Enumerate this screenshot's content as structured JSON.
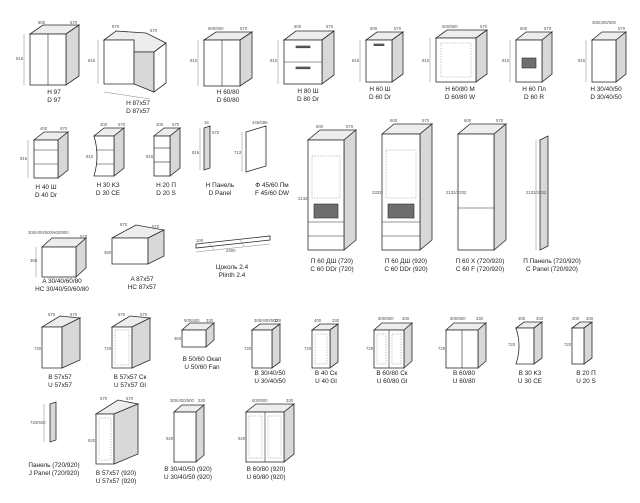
{
  "items": [
    {
      "id": "h97",
      "lines": [
        "H 97",
        "D 97"
      ],
      "dims": {
        "w": "800",
        "d": "570",
        "h": "816"
      }
    },
    {
      "id": "h87x57",
      "lines": [
        "H 87x57",
        "D 87x57"
      ],
      "dims": {
        "w": "870",
        "d": "570",
        "h": "816"
      }
    },
    {
      "id": "h6080",
      "lines": [
        "H 60/80",
        "D 60/80"
      ],
      "dims": {
        "w": "600/800",
        "d": "570",
        "h": "816"
      }
    },
    {
      "id": "h80sh",
      "lines": [
        "H 80 Ш",
        "D 80 Dr"
      ],
      "dims": {
        "w": "800",
        "d": "570",
        "h": "816"
      }
    },
    {
      "id": "h60sh",
      "lines": [
        "H 60 Ш",
        "D 60 Dr"
      ],
      "dims": {
        "w": "600",
        "d": "570",
        "h": "816"
      }
    },
    {
      "id": "h6080m",
      "lines": [
        "H 60/80 M",
        "D 60/80 W"
      ],
      "dims": {
        "w": "600/800",
        "d": "570",
        "h": "816"
      }
    },
    {
      "id": "h60pl",
      "lines": [
        "H 60 Пл",
        "D 60 R"
      ],
      "dims": {
        "w": "600",
        "d": "570",
        "h": "816"
      }
    },
    {
      "id": "h304050",
      "lines": [
        "H 30/40/50",
        "D 30/40/50"
      ],
      "dims": {
        "w": "300/400/500",
        "d": "570",
        "h": "816"
      }
    },
    {
      "id": "h40sh",
      "lines": [
        "H 40 Ш",
        "D 40 Dr"
      ],
      "dims": {
        "w": "400",
        "d": "570",
        "h": "816"
      }
    },
    {
      "id": "h30k3",
      "lines": [
        "H 30 K3",
        "D 30 CE"
      ],
      "dims": {
        "w": "300",
        "d": "570",
        "h": "816"
      }
    },
    {
      "id": "h20p",
      "lines": [
        "H 20 П",
        "D 20 S"
      ],
      "dims": {
        "w": "200",
        "d": "570",
        "h": "816"
      }
    },
    {
      "id": "hpanel",
      "lines": [
        "H Панель",
        "D Panel"
      ],
      "dims": {
        "w": "16",
        "d": "570",
        "h": "816"
      }
    },
    {
      "id": "f4560",
      "lines": [
        "Ф 45/60 Пм",
        "F 45/60 DW"
      ],
      "dims": {
        "w": "446/596",
        "h": "713"
      }
    },
    {
      "id": "p60dsh720",
      "lines": [
        "П 60 ДШ (720)",
        "C 60 DDr (720)"
      ],
      "dims": {
        "w": "600",
        "d": "570",
        "h": "2132"
      }
    },
    {
      "id": "p60dsh920",
      "lines": [
        "П 60 ДШ (920)",
        "C 60 DDr (920)"
      ],
      "dims": {
        "w": "600",
        "d": "570",
        "h": "2332"
      }
    },
    {
      "id": "p60x",
      "lines": [
        "П 60 Х (720/920)",
        "C 60 F (720/920)"
      ],
      "dims": {
        "w": "600",
        "d": "570",
        "h": "2132/2332"
      }
    },
    {
      "id": "ppanel",
      "lines": [
        "П Панель (720/920)",
        "C Panel (720/920)"
      ],
      "dims": {
        "h": "2132/2332"
      }
    },
    {
      "id": "a30406080",
      "lines": [
        "A 30/40/60/80",
        "HC 30/40/50/60/80"
      ],
      "dims": {
        "w": "300/400/500/600/800",
        "d": "570",
        "h": "360"
      }
    },
    {
      "id": "a87x57",
      "lines": [
        "A 87x57",
        "HC 87x57"
      ],
      "dims": {
        "w": "870",
        "d": "570",
        "h": "360"
      }
    },
    {
      "id": "plinth",
      "lines": [
        "Цоколь 2.4",
        "Plinth 2.4"
      ],
      "dims": {
        "w": "2400",
        "h": "100"
      }
    },
    {
      "id": "b57x57",
      "lines": [
        "B 57x57",
        "U 57x57"
      ],
      "dims": {
        "w": "570",
        "d": "570",
        "h": "720"
      }
    },
    {
      "id": "b57x57sk",
      "lines": [
        "B 57x57 Ск",
        "U 57x57 Gl"
      ],
      "dims": {
        "w": "570",
        "d": "570",
        "h": "720"
      }
    },
    {
      "id": "b5060okap",
      "lines": [
        "B 50/60 Окап",
        "U 50/60 Fan"
      ],
      "dims": {
        "w": "500/600",
        "d": "330",
        "h": "360"
      }
    },
    {
      "id": "b304050",
      "lines": [
        "B 30/40/50",
        "U 30/40/50"
      ],
      "dims": {
        "w": "300/400/500",
        "d": "330",
        "h": "720"
      }
    },
    {
      "id": "b40sk",
      "lines": [
        "B 40 Ск",
        "U 40 Gl"
      ],
      "dims": {
        "w": "400",
        "d": "330",
        "h": "720"
      }
    },
    {
      "id": "b6080sk",
      "lines": [
        "B 60/80 Ск",
        "U 60/80 Gl"
      ],
      "dims": {
        "w": "600/800",
        "d": "330",
        "h": "720"
      }
    },
    {
      "id": "b6080",
      "lines": [
        "B 60/80",
        "U 60/80"
      ],
      "dims": {
        "w": "600/800",
        "d": "330",
        "h": "720"
      }
    },
    {
      "id": "b30k3",
      "lines": [
        "B 30 K3",
        "U 30 CE"
      ],
      "dims": {
        "w": "300",
        "d": "330",
        "h": "720"
      }
    },
    {
      "id": "b20p",
      "lines": [
        "B 20 П",
        "U 20 S"
      ],
      "dims": {
        "w": "200",
        "d": "330",
        "h": "720"
      }
    },
    {
      "id": "bpanel",
      "lines": [
        "Панель (720/920)",
        "J Panel (720/920)"
      ],
      "dims": {
        "h": "720/920"
      }
    },
    {
      "id": "b57x57920",
      "lines": [
        "B 57x57 (920)",
        "U 57x57 (920)"
      ],
      "dims": {
        "w": "570",
        "d": "570",
        "h": "920"
      }
    },
    {
      "id": "b304050920",
      "lines": [
        "B 30/40/50 (920)",
        "U 30/40/50 (920)"
      ],
      "dims": {
        "w": "300/400/500",
        "d": "330",
        "h": "920"
      }
    },
    {
      "id": "b6080920",
      "lines": [
        "B 60/80 (920)",
        "U 60/80 (920)"
      ],
      "dims": {
        "w": "600/800",
        "d": "330",
        "h": "920"
      }
    }
  ]
}
